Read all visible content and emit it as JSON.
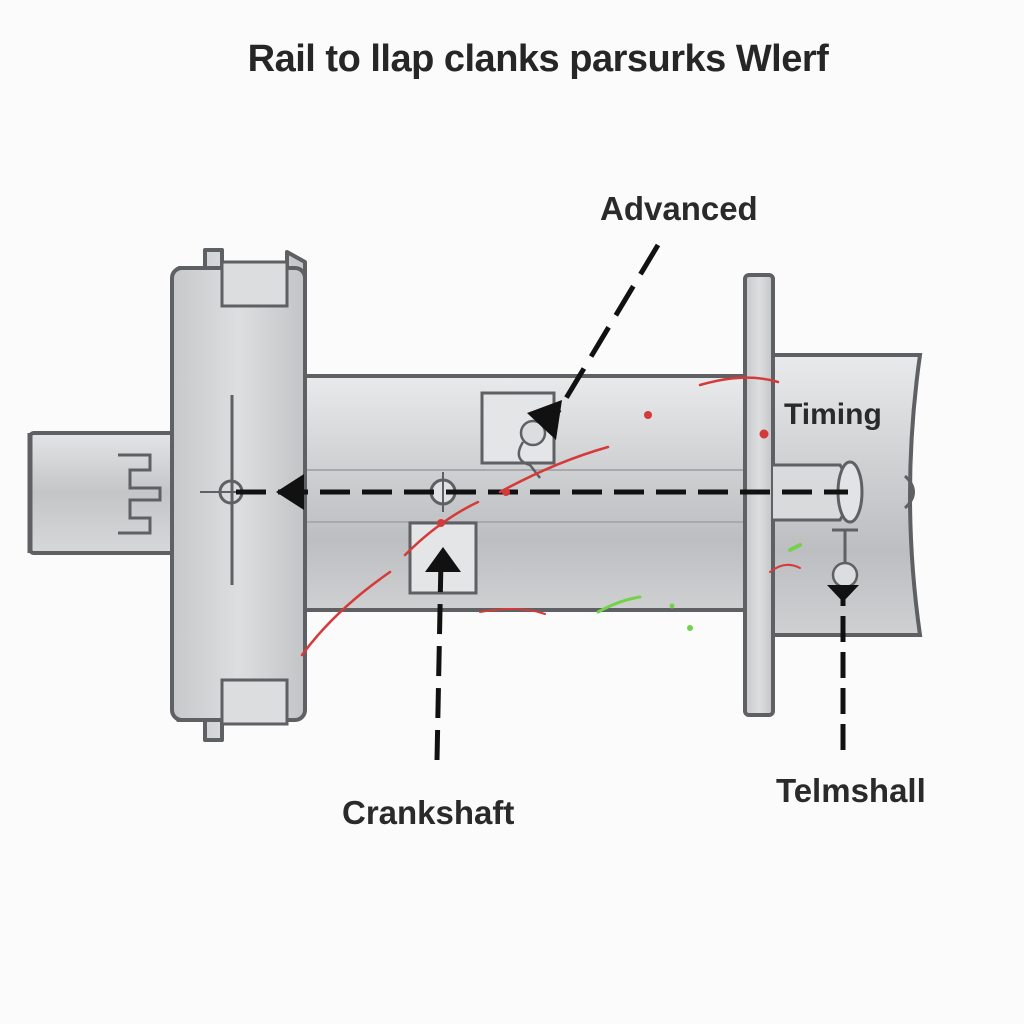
{
  "title": "Rail to llap clanks parsurks Wlerf",
  "labels": {
    "advanced": "Advanced",
    "timing": "Timing",
    "crankshaft": "Crankshaft",
    "telmshall": "Telmshall"
  },
  "colors": {
    "background": "#fbfbfb",
    "metal": "#c9cacc",
    "outline": "#5f6063",
    "leader": "#111111",
    "accent_red": "#d53a3a",
    "accent_green": "#74d24a"
  }
}
